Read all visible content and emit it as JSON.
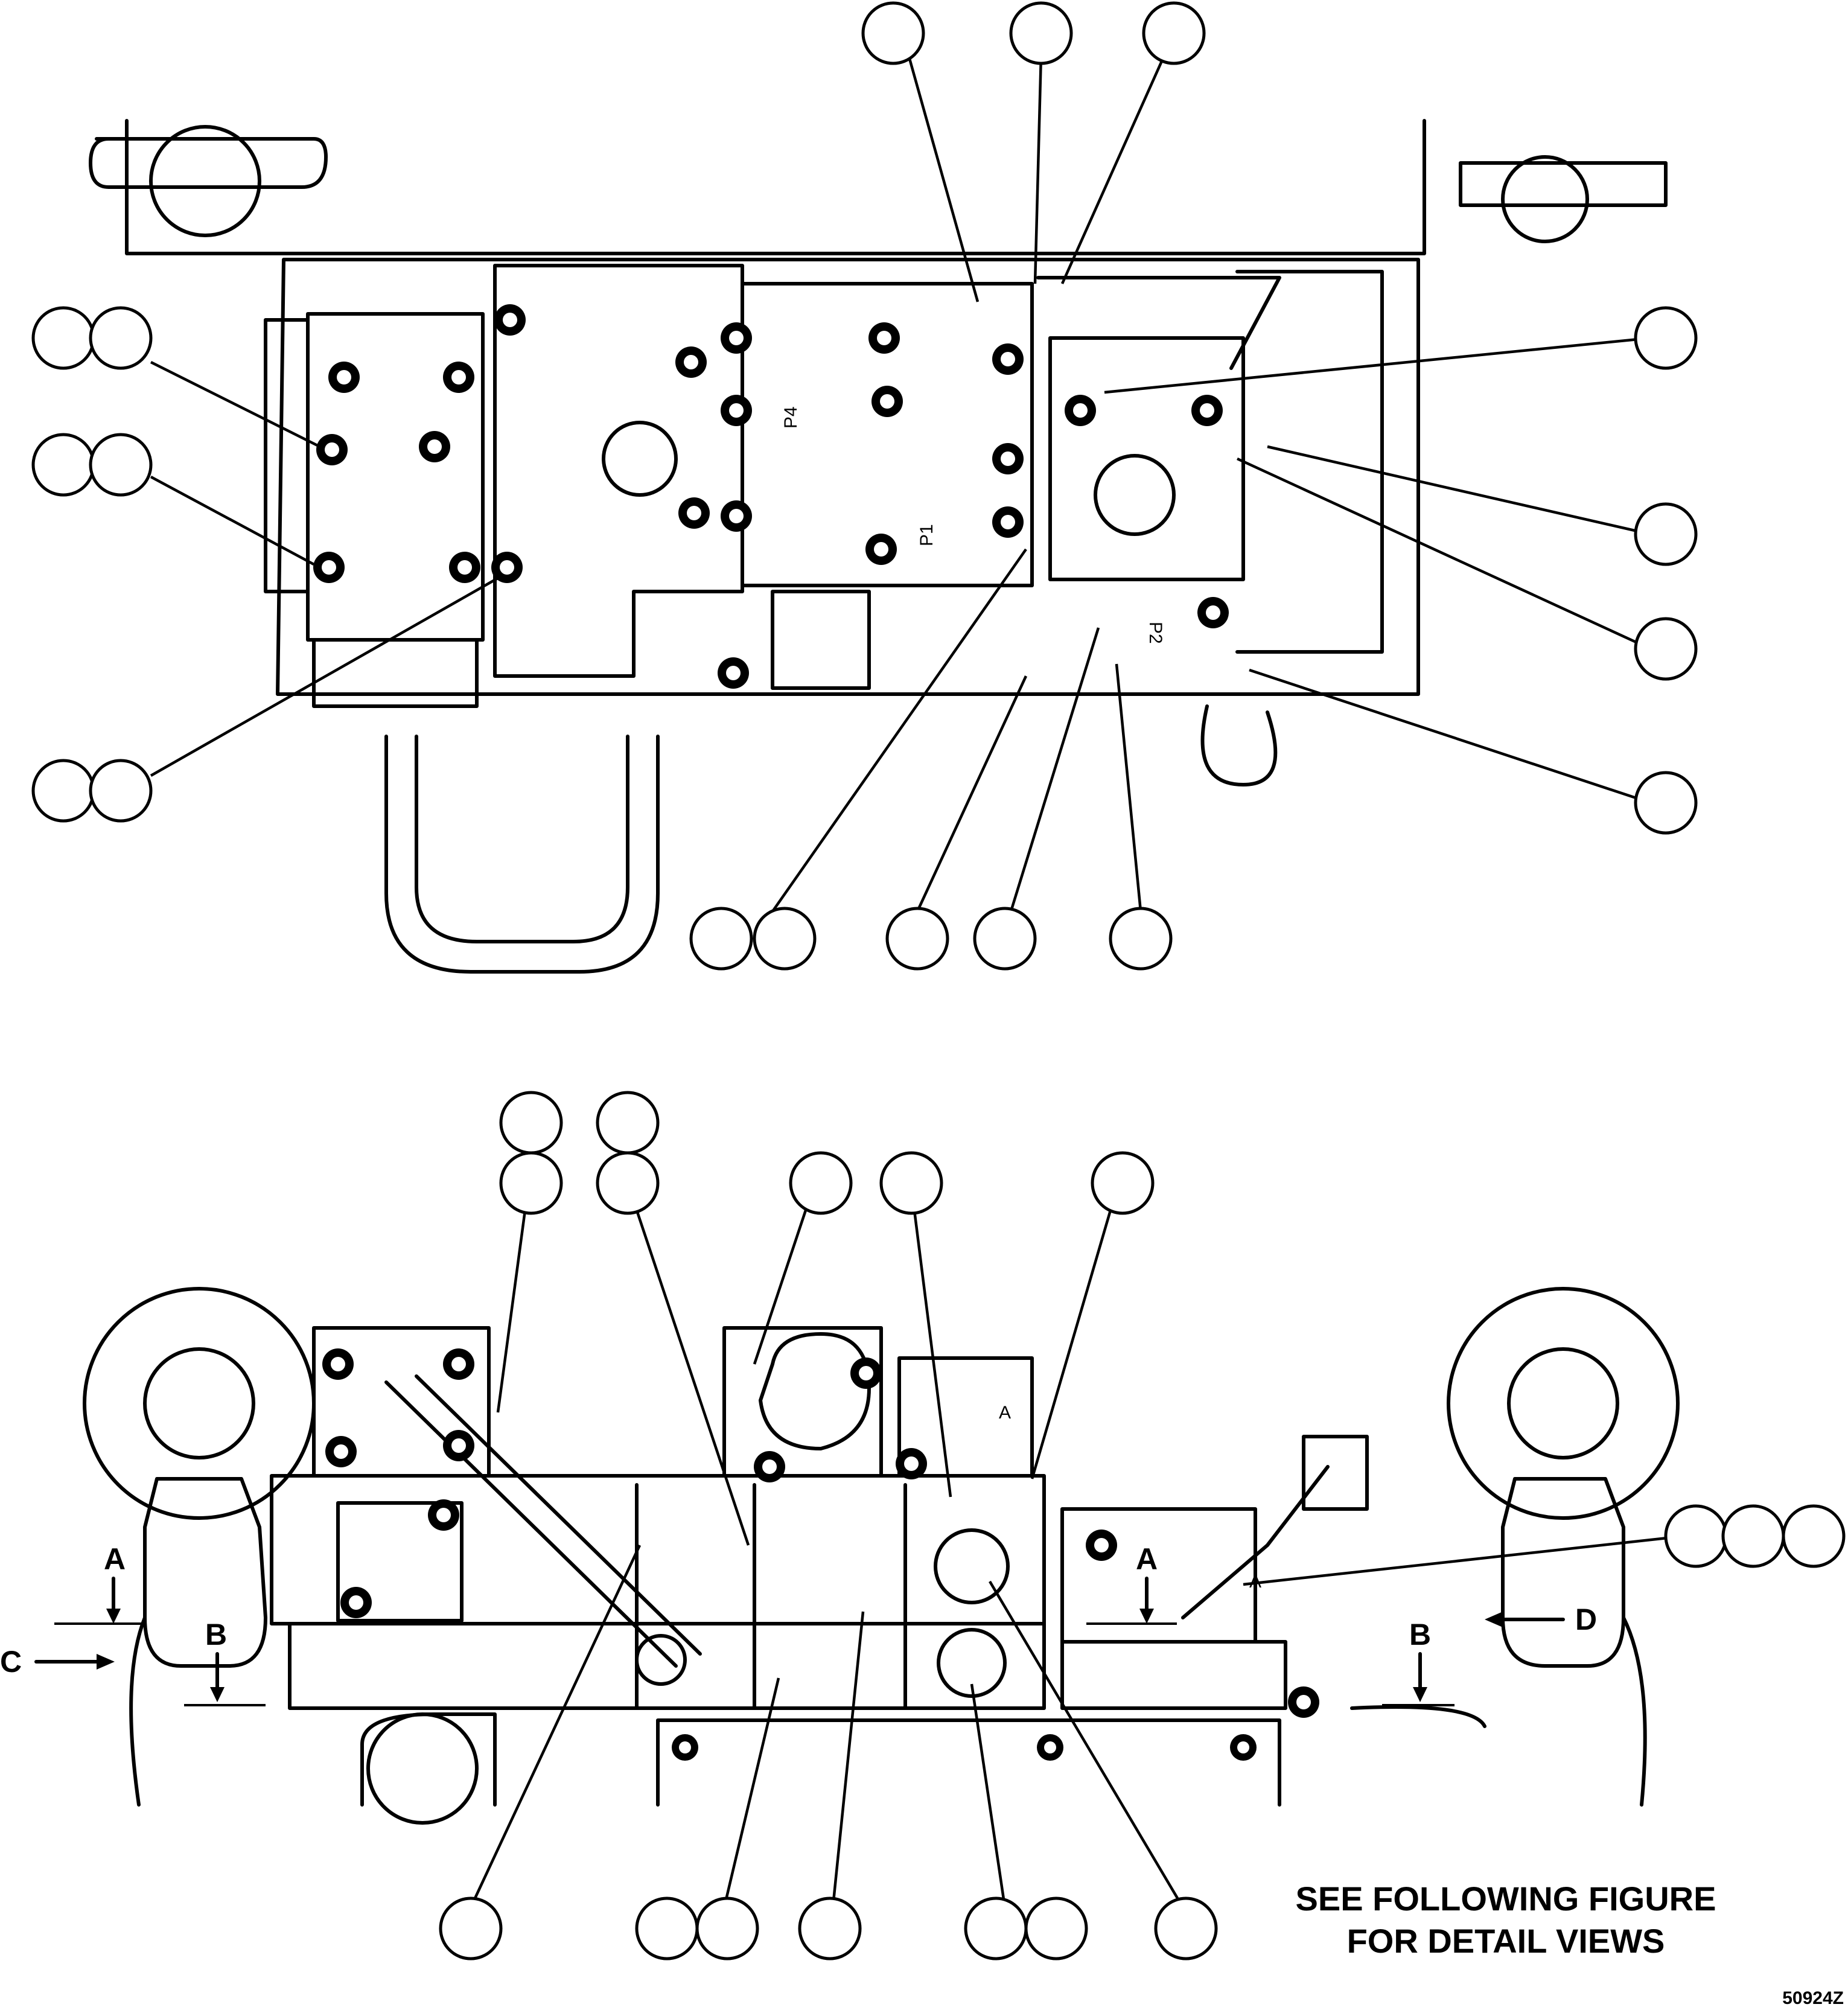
{
  "note": {
    "line1": "SEE FOLLOWING FIGURE",
    "line2": "FOR DETAIL VIEWS"
  },
  "figure_number": "50924Z",
  "section_markers": {
    "a_left": "A",
    "a_mid": "A",
    "b_left": "B",
    "b_right": "B",
    "c": "C",
    "d": "D"
  },
  "port_labels": {
    "p1": "P1",
    "p2": "P2",
    "p4": "P4",
    "a_port_1": "A",
    "a_port_2": "A"
  }
}
